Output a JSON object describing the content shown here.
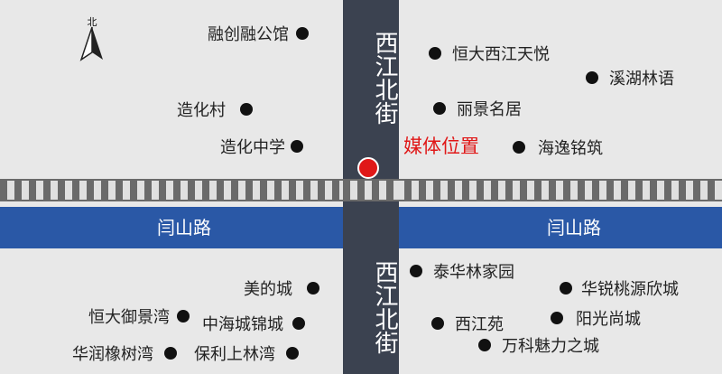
{
  "roads": {
    "vertical_name": "西江北街",
    "horizontal_name": "闫山路"
  },
  "compass": {
    "label": "北"
  },
  "media": {
    "label": "媒体位置",
    "color": "#e01818"
  },
  "colors": {
    "vertical_road": "#3b4250",
    "horizontal_road": "#2a58a6",
    "background": "#e8e8e8"
  },
  "places": {
    "rongchuang": "融创融公馆",
    "zaohua_village": "造化村",
    "zaohua_school": "造化中学",
    "hengda_xijiang": "恒大西江天悦",
    "xihu_linyu": "溪湖林语",
    "lijing_mingju": "丽景名居",
    "haiyi_mingzhu": "海逸铭筑",
    "meide_cheng": "美的城",
    "hengda_yujing": "恒大御景湾",
    "zhonghai_jincheng": "中海城锦城",
    "huarun_xiangshu": "华润橡树湾",
    "baoli_shanglin": "保利上林湾",
    "taihua_lin": "泰华林家园",
    "huarui_taoyuan": "华锐桃源欣城",
    "xijiang_yuan": "西江苑",
    "yangguang_shang": "阳光尚城",
    "wanke_meili": "万科魅力之城"
  }
}
